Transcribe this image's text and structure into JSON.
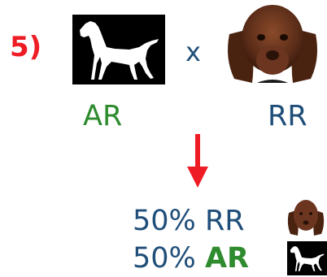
{
  "diagram": {
    "step_number": "5)",
    "cross_symbol": "x",
    "left_parent": {
      "genotype": "AR",
      "image": "white-pointer-silhouette-icon"
    },
    "right_parent": {
      "genotype": "RR",
      "image": "brown-spaniel-photo-icon"
    },
    "arrow": "red-down-arrow-icon",
    "results": [
      {
        "percent": "50%",
        "genotype": "RR",
        "image": "brown-spaniel-photo-icon"
      },
      {
        "percent": "50%",
        "genotype": "AR",
        "image": "white-pointer-silhouette-icon"
      }
    ],
    "colors": {
      "step_number": "#ee1c25",
      "navy_text": "#1f4e79",
      "green_text": "#2e8b2e",
      "arrow": "#ee1c25",
      "silhouette_background": "#000000",
      "silhouette": "#ffffff"
    }
  }
}
